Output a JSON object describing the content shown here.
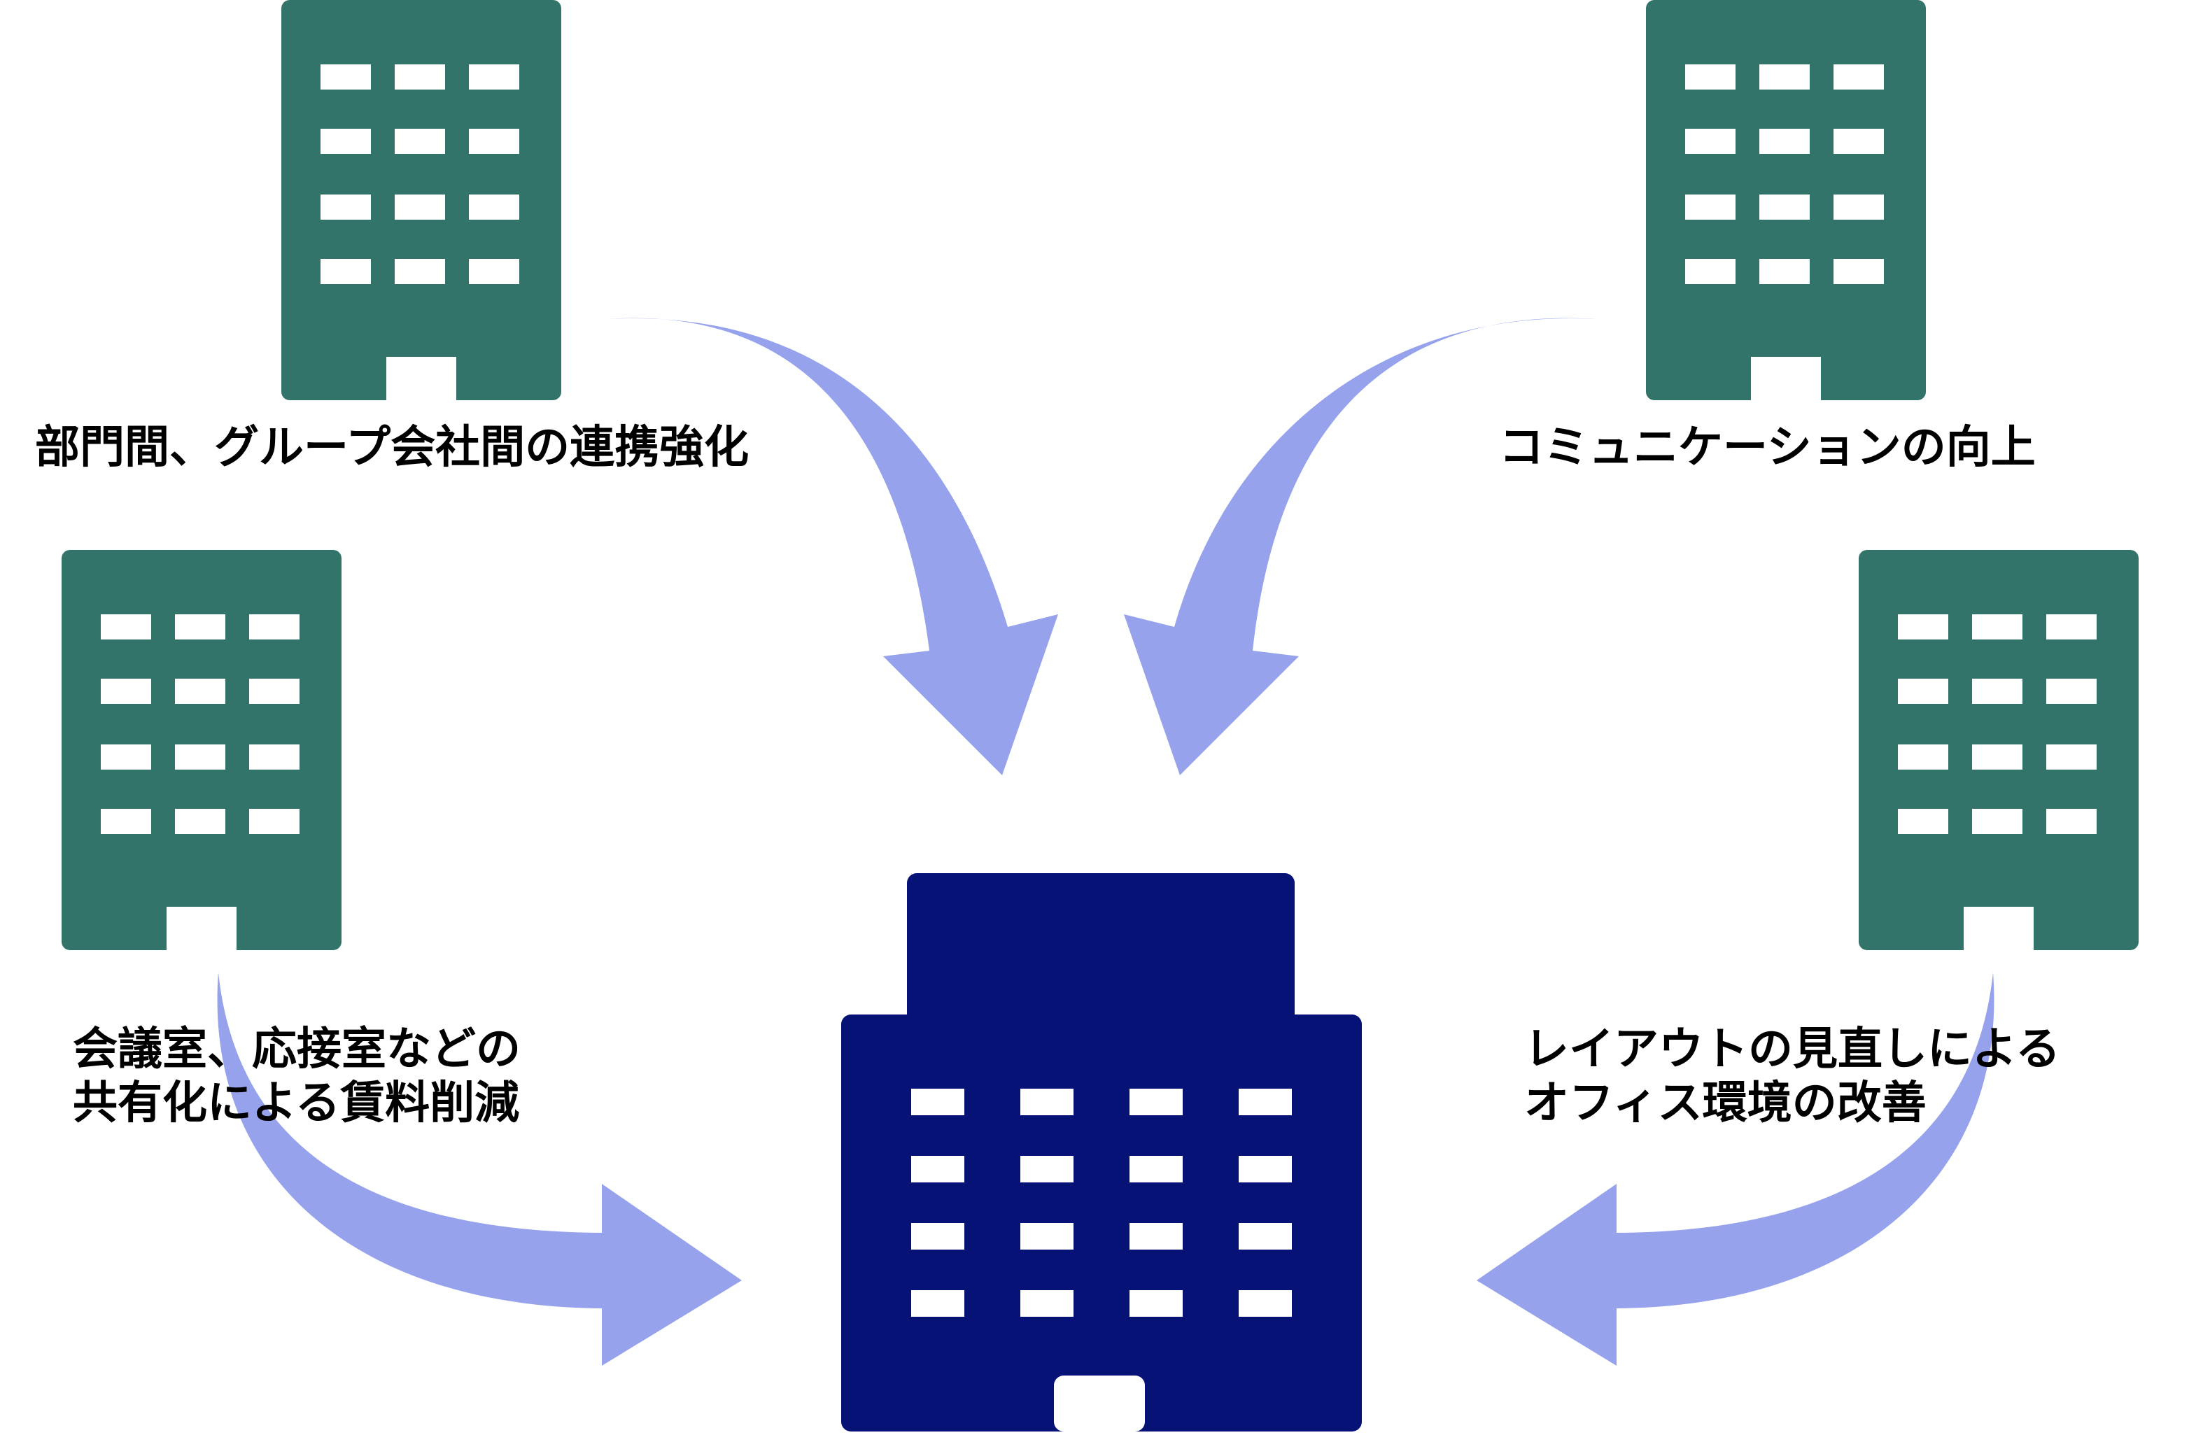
{
  "colors": {
    "source_building": "#32736A",
    "target_building": "#071276",
    "arrow": "#96A3EC",
    "window": "#ffffff"
  },
  "icons": {
    "source_buildings": "office-building-icon",
    "target_building": "office-building-icon",
    "arrows": "curved-arrow-icon"
  },
  "labels": {
    "top_left": "部門間、グループ会社間の連携強化",
    "top_right": "コミュニケーションの向上",
    "bottom_left_line1": "会議室、応接室などの",
    "bottom_left_line2": "共有化による賃料削減",
    "bottom_right_line1": "レイアウトの見直しによる",
    "bottom_right_line2": "オフィス環境の改善"
  }
}
